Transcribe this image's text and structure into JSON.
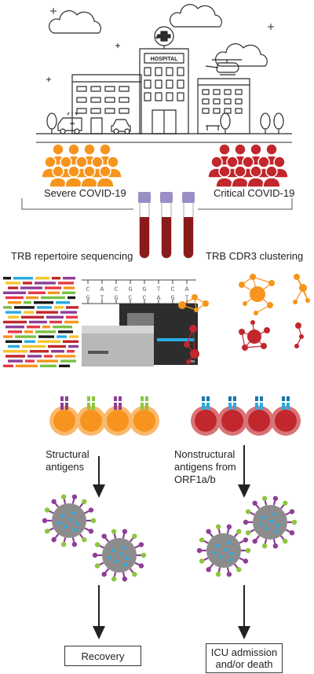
{
  "hospital_sign": "HOSPITAL",
  "cohorts": {
    "severe": "Severe COVID-19",
    "critical": "Critical COVID-19"
  },
  "methods": {
    "left": "TRB repertoire sequencing",
    "right": "TRB CDR3 clustering"
  },
  "dna_sequence": {
    "top": [
      "C",
      "A",
      "C",
      "G",
      "G",
      "T",
      "C",
      "A"
    ],
    "bottom": [
      "G",
      "T",
      "G",
      "C",
      "C",
      "A",
      "G",
      "T"
    ]
  },
  "antigens": {
    "left": "Structural\nantigens",
    "right": "Nonstructural\nantigens from\nORF1a/b"
  },
  "outcomes": {
    "left": "Recovery",
    "right": "ICU admission\nand/or death"
  },
  "colors": {
    "severe": "#f7941d",
    "critical": "#c1272d",
    "virus_body": "#8c8c8c",
    "virus_spike": "#8e3e96",
    "virus_tip": "#8cc63f",
    "virus_dot": "#29abe2",
    "blood": "#8b1a1a",
    "tube_cap": "#9b8ec4"
  }
}
